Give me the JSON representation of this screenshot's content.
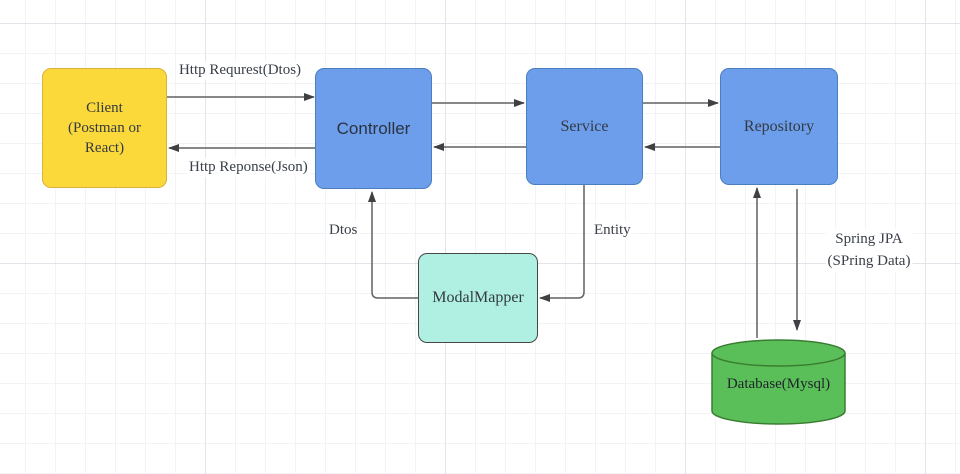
{
  "diagram": {
    "type": "architecture-flow-diagram",
    "nodes": {
      "client": {
        "line1": "Client",
        "line2": "(Postman or",
        "line3": "React)",
        "shape": "rounded-rect",
        "fill": "#fcd93a"
      },
      "controller": {
        "label": "Controller",
        "shape": "rounded-rect",
        "fill": "#6d9eeb"
      },
      "service": {
        "label": "Service",
        "shape": "rounded-rect",
        "fill": "#6d9eeb"
      },
      "repository": {
        "label": "Repository",
        "shape": "rounded-rect",
        "fill": "#6d9eeb"
      },
      "modalmapper": {
        "label": "ModalMapper",
        "shape": "rounded-rect",
        "fill": "#aff0e2"
      },
      "database": {
        "label": "Database(Mysql)",
        "shape": "cylinder",
        "fill": "#5abf58"
      }
    },
    "edge_labels": {
      "http_request": "Http Requrest(Dtos)",
      "http_response": "Http Reponse(Json)",
      "dtos": "Dtos",
      "entity": "Entity",
      "spring_jpa_line1": "Spring JPA",
      "spring_jpa_line2": "(SPring Data)"
    },
    "edges": [
      {
        "from": "client",
        "to": "controller",
        "label": "Http Requrest(Dtos)"
      },
      {
        "from": "controller",
        "to": "client",
        "label": "Http Reponse(Json)"
      },
      {
        "from": "controller",
        "to": "service"
      },
      {
        "from": "service",
        "to": "controller"
      },
      {
        "from": "service",
        "to": "repository"
      },
      {
        "from": "repository",
        "to": "service"
      },
      {
        "from": "modalmapper",
        "to": "controller",
        "label": "Dtos"
      },
      {
        "from": "service",
        "to": "modalmapper",
        "label": "Entity"
      },
      {
        "from": "database",
        "to": "repository"
      },
      {
        "from": "repository",
        "to": "database",
        "label": "Spring JPA (SPring Data)"
      }
    ],
    "colors": {
      "client_fill": "#fcd93a",
      "client_stroke": "#d6b33c",
      "blue_fill": "#6d9eeb",
      "blue_stroke": "#4a7ebf",
      "modalmapper_fill": "#aff0e2",
      "database_fill": "#5abf58",
      "database_stroke": "#3a7d32",
      "edge_line": "#616161",
      "arrowhead": "#3f4043",
      "grid_minor": "#f2f3f6",
      "grid_major": "#e2e4ea",
      "text": "#3a4049"
    }
  }
}
